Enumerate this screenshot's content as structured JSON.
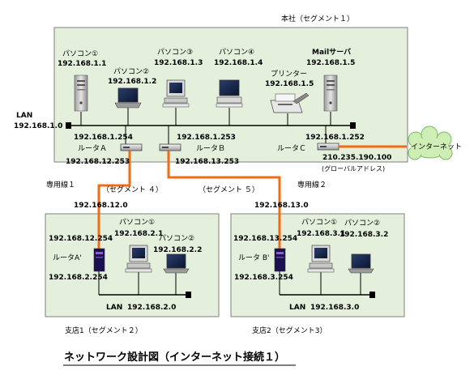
{
  "colors": {
    "segment_bg": "#e4f0dc",
    "segment_border": "#7f7f7f",
    "dedicated_line": "#f26c14",
    "internet_cloud": "#cfeeb5"
  },
  "head_office": {
    "title": "本社（セグメント１）",
    "pcs": [
      {
        "name": "パソコン①",
        "ip": "192.168.1.1"
      },
      {
        "name": "パソコン②",
        "ip": "192.168.1.2"
      },
      {
        "name": "パソコン③",
        "ip": "192.168.1.3"
      },
      {
        "name": "パソコン④",
        "ip": "192.168.1.4"
      },
      {
        "name": "Mailサーバ",
        "ip": "192.168.1.5"
      }
    ],
    "printer": {
      "name": "プリンター",
      "ip": "192.168.1.5"
    },
    "lan": {
      "label": "LAN",
      "ip": "192.168.1.0"
    },
    "router_a": {
      "name": "ルータＡ",
      "lan_ip": "192.168.1.254",
      "wan_ip": "192.168.12.253"
    },
    "router_b": {
      "name": "ルータＢ",
      "lan_ip": "192.168.1.253",
      "wan_ip": "192.168.13.253"
    },
    "router_c": {
      "name": "ルータＣ",
      "lan_ip": "192.168.1.252",
      "global_ip": "210.235.190.100",
      "global_note": "(グローバルアドレス)"
    }
  },
  "internet": {
    "label": "インターネット"
  },
  "lines": {
    "line1": {
      "label": "専用線１",
      "segment": "（セグメント ４）",
      "network": "192.168.12.0"
    },
    "line2": {
      "label": "専用線２",
      "segment": "（セグメント ５）",
      "network": "192.168.13.0"
    }
  },
  "branch1": {
    "title": "支店1（セグメント２）",
    "router": {
      "name": "ルータA'",
      "wan_ip": "192.168.12.254",
      "lan_ip": "192.168.2.254"
    },
    "pcs": [
      {
        "name": "パソコン①",
        "ip": "192.168.2.1"
      },
      {
        "name": "パソコン②",
        "ip": "192.168.2.2"
      }
    ],
    "lan": {
      "label": "LAN",
      "ip": "192.168.2.0"
    }
  },
  "branch2": {
    "title": "支店2（セグメント3）",
    "router": {
      "name": "ルータ B'",
      "wan_ip": "192.168.13.254",
      "lan_ip": "192.168.3.254"
    },
    "pcs": [
      {
        "name": "パソコン①",
        "ip": "192.168.3.1"
      },
      {
        "name": "パソコン②",
        "ip": "192.168.3.2"
      }
    ],
    "lan": {
      "label": "LAN",
      "ip": "192.168.3.0"
    }
  },
  "caption": "ネットワーク設計図（インターネット接続１）"
}
